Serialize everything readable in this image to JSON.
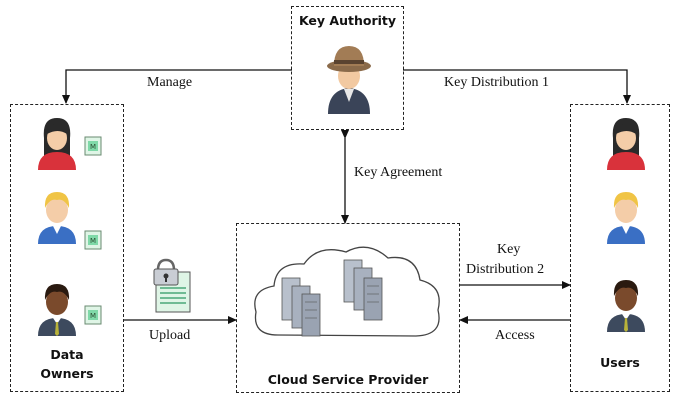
{
  "nodes": {
    "key_authority": {
      "label": "Key Authority"
    },
    "data_owners": {
      "label_line1": "Data",
      "label_line2": "Owners"
    },
    "cloud_service_provider": {
      "label": "Cloud Service Provider"
    },
    "users": {
      "label": "Users"
    }
  },
  "edges": {
    "manage": "Manage",
    "key_distribution_1": "Key Distribution 1",
    "key_agreement": "Key Agreement",
    "key_distribution_2_line1": "Key",
    "key_distribution_2_line2": "Distribution 2",
    "upload": "Upload",
    "access": "Access"
  },
  "colors": {
    "female_shirt": "#d9323b",
    "male_shirt": "#3a6fc4",
    "server_gray": "#9aa3b2",
    "document_green": "#7fd9a8"
  },
  "icons": {
    "authority": "detective-fedora-icon",
    "owner_doc": "green-document-icon",
    "upload": "locked-document-icon",
    "cloud": "cloud-server-icon"
  }
}
